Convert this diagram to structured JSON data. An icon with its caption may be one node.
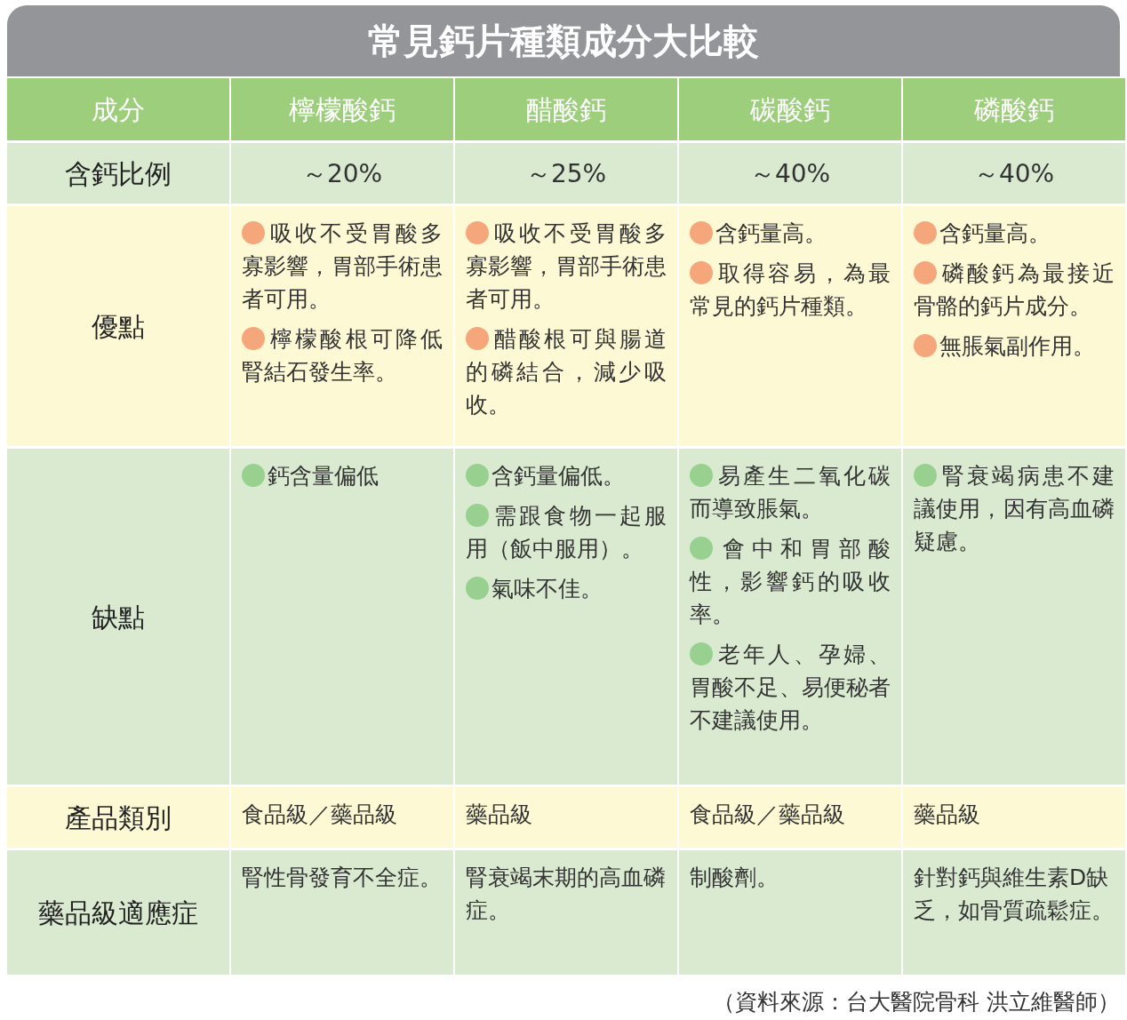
{
  "diagram": {
    "title": "常見鈣片種類成分大比較",
    "caption": "（資料來源：台大醫院骨科 洪立維醫師）",
    "labels": [
      "成分",
      "檸檬酸鈣",
      "醋酸鈣",
      "碳酸鈣",
      "磷酸鈣",
      "含鈣比例",
      "～20%",
      "～25%",
      "～40%",
      "～40%",
      "優點",
      "吸收不受胃酸多寡影響，胃部手術患者可用。",
      "檸檬酸根可降低腎結石發生率。",
      "吸收不受胃酸多寡影響，胃部手術患者可用。",
      "醋酸根可與腸道的磷結合，減少吸收。",
      "含鈣量高。",
      "取得容易，為最常見的鈣片種類。",
      "含鈣量高。",
      "磷酸鈣為最接近骨骼的鈣片成分。",
      "無脹氣副作用。",
      "缺點",
      "鈣含量偏低",
      "含鈣量偏低。",
      "需跟食物一起服用（飯中服用）。",
      "氣味不佳。",
      "易產生二氧化碳而導致脹氣。",
      "會中和胃部酸性，影響鈣的吸收率。",
      "老年人、孕婦、胃酸不足、易便秘者不建議使用。",
      "腎衰竭病患不建議使用，因有高血磷疑慮。",
      "產品類別",
      "食品級／藥品級",
      "藥品級",
      "食品級／藥品級",
      "藥品級",
      "藥品級適應症",
      "腎性骨發育不全症。",
      "腎衰竭末期的高血磷症。",
      "制酸劑。",
      "針對鈣與維生素D缺乏，如骨質疏鬆症。"
    ]
  }
}
